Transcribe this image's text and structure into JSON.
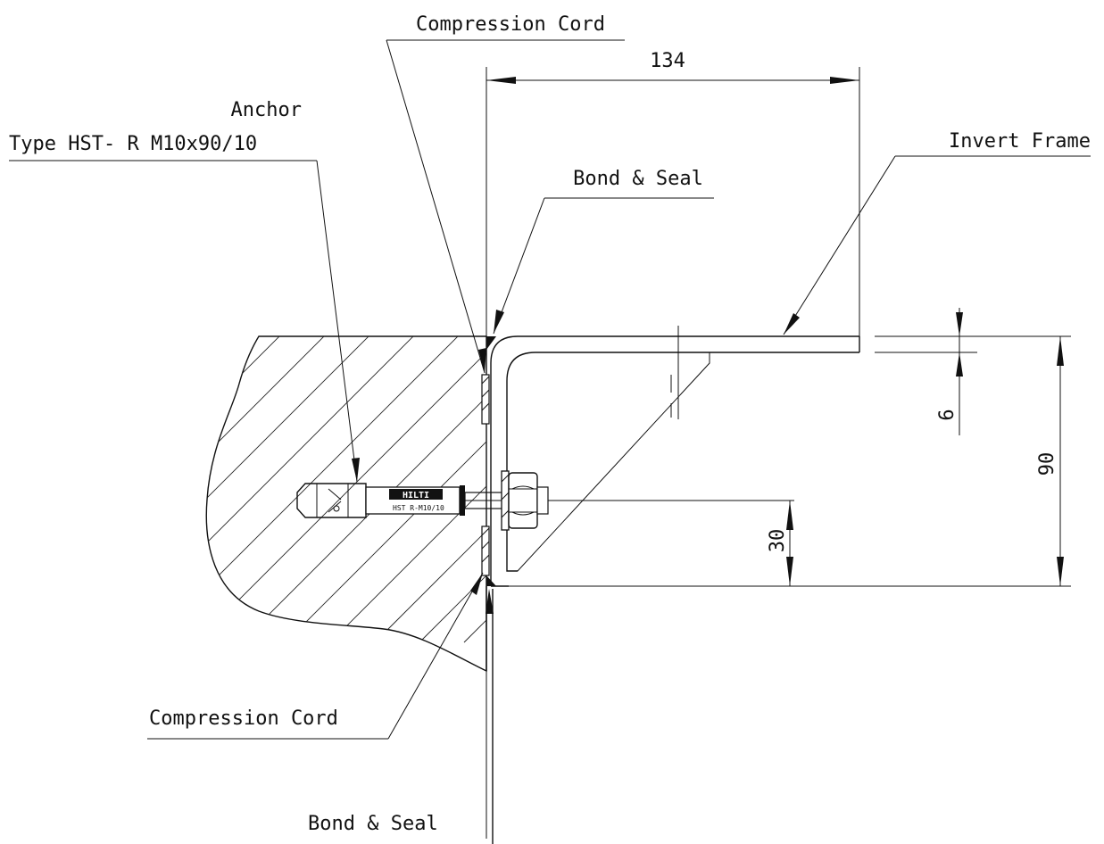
{
  "labels": {
    "compression_cord_top": "Compression Cord",
    "dimension_width": "134",
    "anchor_title": "Anchor",
    "anchor_type": "Type HST- R M10x90/10",
    "invert_frame": "Invert Frame",
    "bond_seal_top": "Bond & Seal",
    "dimension_thickness": "6",
    "dimension_height": "90",
    "dimension_anchor_offset": "30",
    "compression_cord_bottom": "Compression Cord",
    "bond_seal_bottom": "Bond & Seal",
    "anchor_brand": "HILTI",
    "anchor_marking": "HST R-M10/10"
  }
}
